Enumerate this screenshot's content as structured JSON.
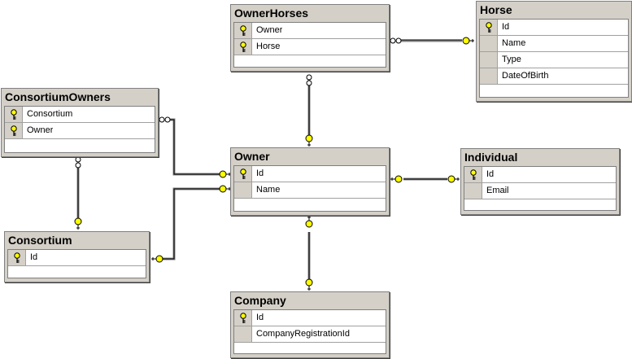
{
  "diagram": {
    "colors": {
      "header": "#d4d0c8",
      "key": "#ffff00",
      "line": "#808080"
    },
    "entities": {
      "owner_horses": {
        "title": "OwnerHorses",
        "columns": [
          {
            "name": "Owner",
            "key": true
          },
          {
            "name": "Horse",
            "key": true
          }
        ]
      },
      "horse": {
        "title": "Horse",
        "columns": [
          {
            "name": "Id",
            "key": true
          },
          {
            "name": "Name",
            "key": false
          },
          {
            "name": "Type",
            "key": false
          },
          {
            "name": "DateOfBirth",
            "key": false
          }
        ]
      },
      "consortium_owners": {
        "title": "ConsortiumOwners",
        "columns": [
          {
            "name": "Consortium",
            "key": true
          },
          {
            "name": "Owner",
            "key": true
          }
        ]
      },
      "owner": {
        "title": "Owner",
        "columns": [
          {
            "name": "Id",
            "key": true
          },
          {
            "name": "Name",
            "key": false
          }
        ]
      },
      "individual": {
        "title": "Individual",
        "columns": [
          {
            "name": "Id",
            "key": true
          },
          {
            "name": "Email",
            "key": false
          }
        ]
      },
      "consortium": {
        "title": "Consortium",
        "columns": [
          {
            "name": "Id",
            "key": true
          }
        ]
      },
      "company": {
        "title": "Company",
        "columns": [
          {
            "name": "Id",
            "key": true
          },
          {
            "name": "CompanyRegistrationId",
            "key": false
          }
        ]
      }
    }
  }
}
